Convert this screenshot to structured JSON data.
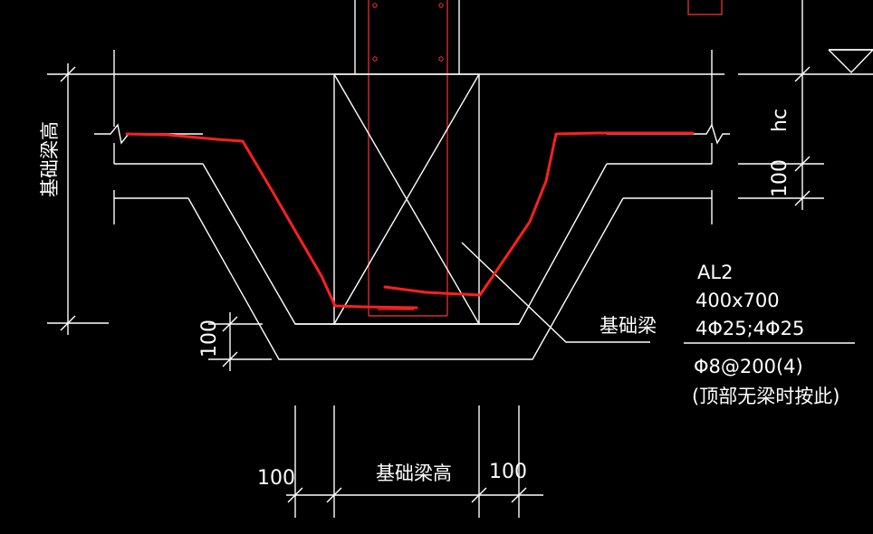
{
  "colors": {
    "background": "#000000",
    "line": "#ffffff",
    "rebar": "#ff3333",
    "markup": "#ff2020"
  },
  "labels": {
    "foundation_beam_height_left": "基础梁高",
    "foundation_beam_height_bottom": "基础梁高",
    "foundation_beam": "基础梁",
    "hc": "hc",
    "dim_right_100": "100",
    "dim_left_100": "100",
    "dim_bottom_left_100": "100",
    "dim_bottom_right_100": "100"
  },
  "beam_note": {
    "name": "AL2",
    "size": "400x700",
    "bars": "4Φ25;4Φ25",
    "stirrups": "Φ8@200(4)",
    "remark": "(顶部无梁时按此)"
  },
  "icons": {
    "elevation_marker": "triangle-elevation-icon",
    "break_symbol": "zigzag-break-icon"
  }
}
